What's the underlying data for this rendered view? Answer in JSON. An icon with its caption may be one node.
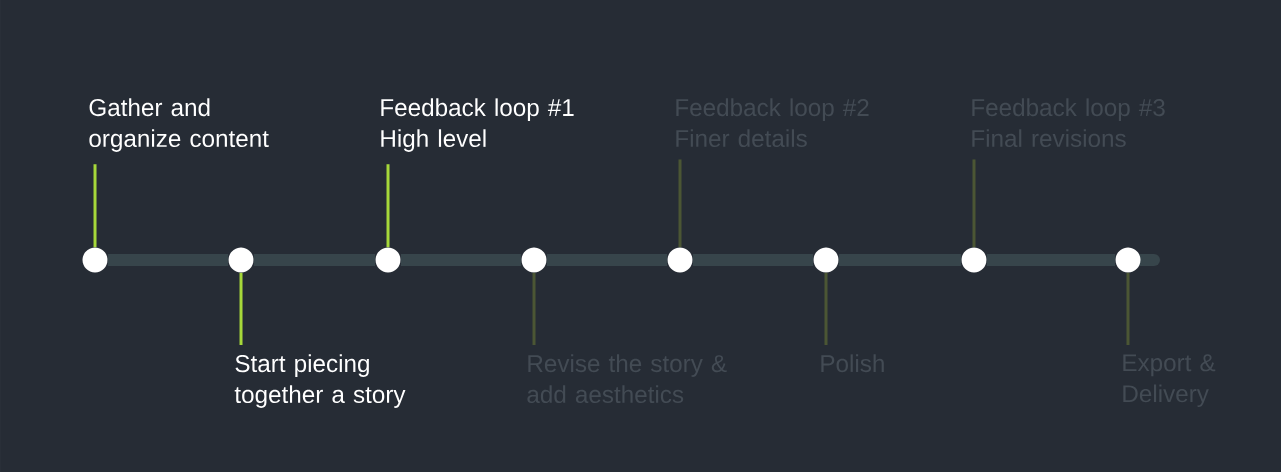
{
  "diagram": {
    "nodes": [
      {
        "text": [],
        "shape": "circle"
      },
      {
        "text": [],
        "shape": "circle"
      },
      {
        "text": [],
        "shape": "circle"
      },
      {
        "text": [],
        "shape": "circle"
      },
      {
        "text": [],
        "shape": "circle"
      },
      {
        "text": [],
        "shape": "circle"
      },
      {
        "text": [],
        "shape": "circle"
      },
      {
        "text": [],
        "shape": "circle"
      },
      {
        "text": [
          "Gather and organize content"
        ]
      },
      {
        "text": [
          "Start piecing together a story"
        ]
      },
      {
        "text": [
          "Feedback loop #1 High level"
        ]
      },
      {
        "text": [
          "Revise the story & add aesthetics"
        ]
      },
      {
        "text": [
          "Feedback loop #2 Finer details"
        ]
      },
      {
        "text": [
          "Polish"
        ]
      },
      {
        "text": [
          "Feedback loop #3 Final revisions"
        ]
      },
      {
        "text": [
          "Export & Delivery"
        ]
      }
    ],
    "edges": [
      {
        "from": 0,
        "to": 1,
        "arrow": "none",
        "style": "thick"
      },
      {
        "from": 1,
        "to": 2,
        "arrow": "none",
        "style": "thick"
      },
      {
        "from": 2,
        "to": 3,
        "arrow": "none",
        "style": "thick"
      },
      {
        "from": 3,
        "to": 4,
        "arrow": "none",
        "style": "thick"
      },
      {
        "from": 4,
        "to": 5,
        "arrow": "none",
        "style": "thick"
      },
      {
        "from": 5,
        "to": 6,
        "arrow": "none",
        "style": "thick"
      },
      {
        "from": 6,
        "to": 7,
        "arrow": "none",
        "style": "thick"
      },
      {
        "from": 8,
        "to": 0,
        "arrow": "none",
        "color": "#a6d83a"
      },
      {
        "from": 9,
        "to": 1,
        "arrow": "none",
        "color": "#a6d83a"
      },
      {
        "from": 10,
        "to": 2,
        "arrow": "none",
        "color": "#a6d83a"
      },
      {
        "from": 11,
        "to": 3,
        "arrow": "none",
        "color": "#4b5634"
      },
      {
        "from": 12,
        "to": 4,
        "arrow": "none",
        "color": "#4b5634"
      },
      {
        "from": 13,
        "to": 5,
        "arrow": "none",
        "color": "#4b5634"
      },
      {
        "from": 14,
        "to": 6,
        "arrow": "none",
        "color": "#4b5634"
      },
      {
        "from": 15,
        "to": 7,
        "arrow": "none",
        "color": "#4b5634"
      }
    ]
  }
}
